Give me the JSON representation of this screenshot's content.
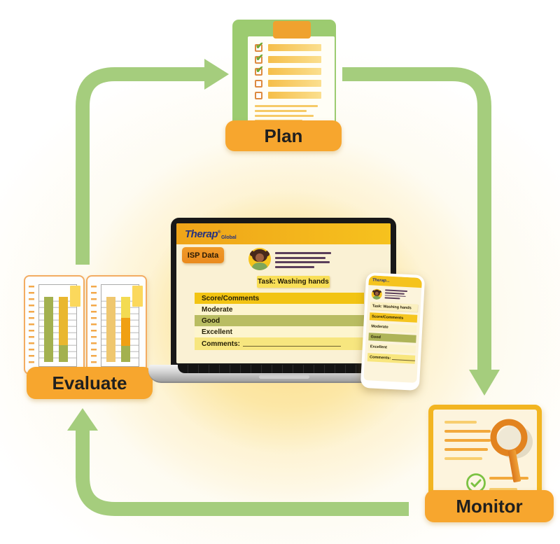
{
  "stages": {
    "plan": {
      "label": "Plan",
      "icon": "clipboard-checklist-icon"
    },
    "monitor": {
      "label": "Monitor",
      "icon": "document-magnifier-icon"
    },
    "evaluate": {
      "label": "Evaluate",
      "icon": "bar-chart-reports-icon"
    }
  },
  "laptop_screen": {
    "brand_logo": "Therap",
    "brand_reg": "®",
    "brand_suffix": "Global",
    "isp_badge": "ISP Data",
    "task_badge": "Task: Washing hands",
    "table_rows": [
      "Score/Comments",
      "Moderate",
      "Good",
      "Excellent",
      "Comments:"
    ]
  },
  "phone_screen": {
    "brand_logo": "Therap...",
    "task_badge": "Task: Washing hands",
    "table_rows": [
      "Score/Comments",
      "Moderate",
      "Good",
      "Excellent",
      "Comments:"
    ]
  },
  "colors": {
    "arrow_green": "#A5CD7D",
    "stage_button_orange": "#F7A62E",
    "clipboard_green": "#9CCB70",
    "clip_orange": "#EFA22F",
    "header_gold": "#F3B31B",
    "row_gold": "#F2C413",
    "row_olive": "#B9BD62",
    "row_cream": "#FDF5CE",
    "row_comments_yellow": "#F7E67F",
    "isp_badge_orange": "#ED8E22",
    "screen_cream": "#FAF1D4",
    "monitor_doc_border": "#F2B521",
    "magnifier_orange": "#E2831F",
    "check_green": "#7CC243"
  },
  "icons": [
    "cycle-arrow",
    "checkbox-checked-icon",
    "checkbox-empty-icon",
    "avatar-user-icon",
    "check-circle-icon",
    "magnifier-icon"
  ]
}
